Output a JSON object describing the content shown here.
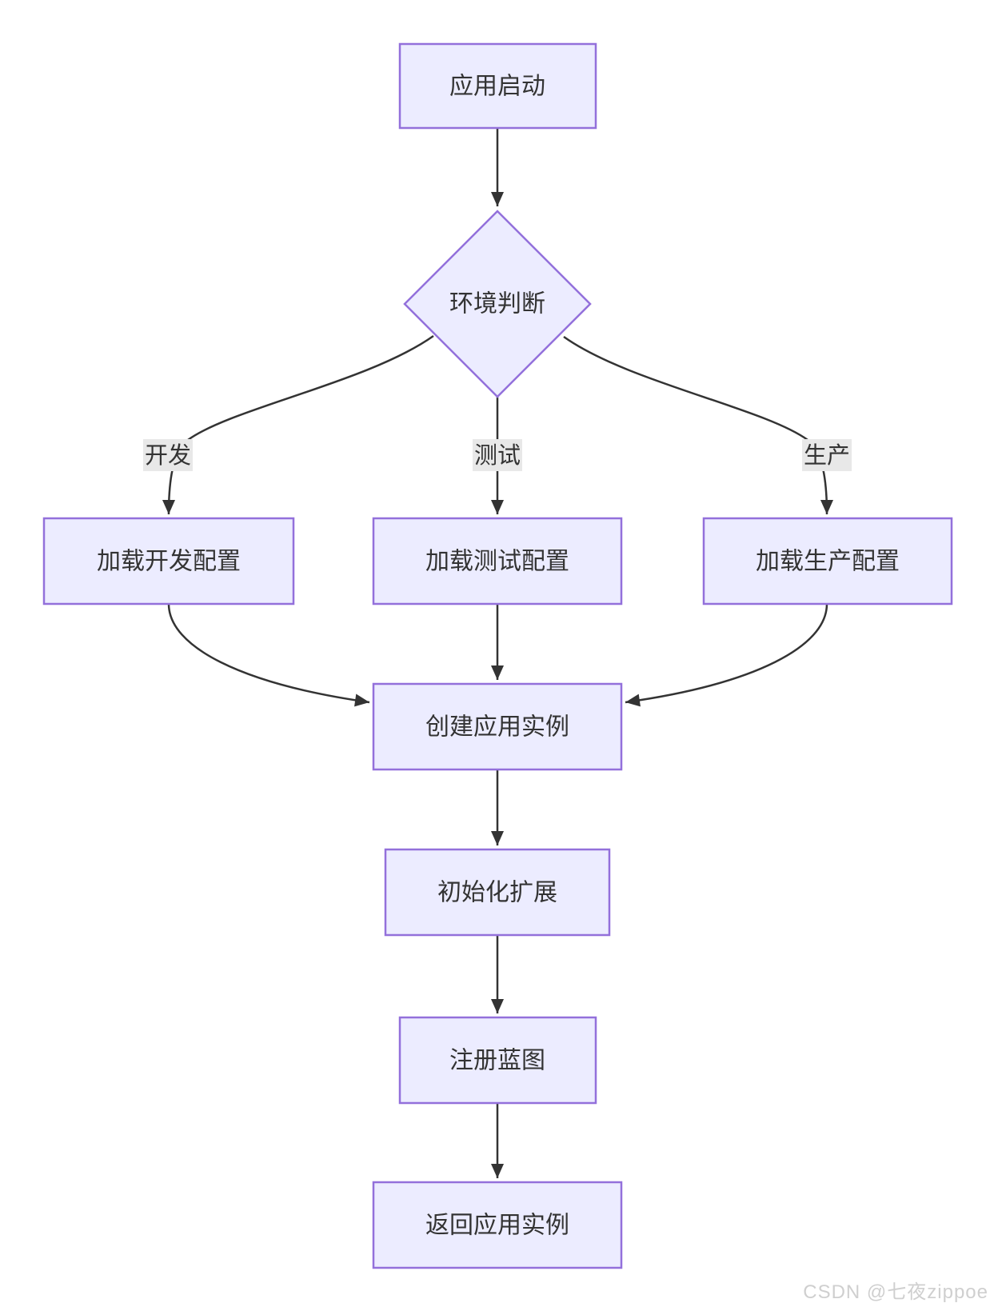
{
  "diagram": {
    "type": "flowchart",
    "direction": "top-down",
    "nodes": {
      "start": {
        "shape": "rectangle",
        "label": "应用启动"
      },
      "decision": {
        "shape": "diamond",
        "label": "环境判断"
      },
      "load_dev": {
        "shape": "rectangle",
        "label": "加载开发配置"
      },
      "load_test": {
        "shape": "rectangle",
        "label": "加载测试配置"
      },
      "load_prod": {
        "shape": "rectangle",
        "label": "加载生产配置"
      },
      "create": {
        "shape": "rectangle",
        "label": "创建应用实例"
      },
      "init_ext": {
        "shape": "rectangle",
        "label": "初始化扩展"
      },
      "blueprint": {
        "shape": "rectangle",
        "label": "注册蓝图"
      },
      "return": {
        "shape": "rectangle",
        "label": "返回应用实例"
      }
    },
    "edges": [
      {
        "from": "应用启动",
        "to": "环境判断",
        "label": ""
      },
      {
        "from": "环境判断",
        "to": "加载开发配置",
        "label": "开发"
      },
      {
        "from": "环境判断",
        "to": "加载测试配置",
        "label": "测试"
      },
      {
        "from": "环境判断",
        "to": "加载生产配置",
        "label": "生产"
      },
      {
        "from": "加载开发配置",
        "to": "创建应用实例",
        "label": ""
      },
      {
        "from": "加载测试配置",
        "to": "创建应用实例",
        "label": ""
      },
      {
        "from": "加载生产配置",
        "to": "创建应用实例",
        "label": ""
      },
      {
        "from": "创建应用实例",
        "to": "初始化扩展",
        "label": ""
      },
      {
        "from": "初始化扩展",
        "to": "注册蓝图",
        "label": ""
      },
      {
        "from": "注册蓝图",
        "to": "返回应用实例",
        "label": ""
      }
    ],
    "colors": {
      "node_fill": "#ECECFF",
      "node_border": "#9370DB",
      "edge_line": "#333333",
      "edge_label_background": "#e8e8e8",
      "text": "#333333",
      "canvas_background": "#ffffff"
    }
  },
  "watermark": {
    "text": "CSDN @七夜zippoe",
    "color": "#cfcfcf"
  }
}
